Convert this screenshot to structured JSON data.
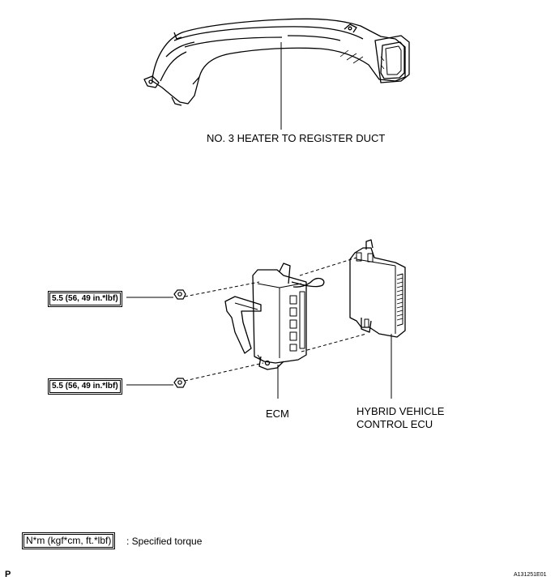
{
  "labels": {
    "duct": "NO. 3 HEATER TO REGISTER DUCT",
    "ecm": "ECM",
    "hv_ecu_line1": "HYBRID VEHICLE",
    "hv_ecu_line2": "CONTROL ECU"
  },
  "torque": {
    "upper": "5.5 (56, 49 in.*lbf)",
    "lower": "5.5 (56, 49 in.*lbf)"
  },
  "legend": {
    "unit": "N*m (kgf*cm, ft.*lbf)",
    "desc": ": Specified torque"
  },
  "footer": {
    "letter": "P",
    "code": "A131251E01"
  }
}
